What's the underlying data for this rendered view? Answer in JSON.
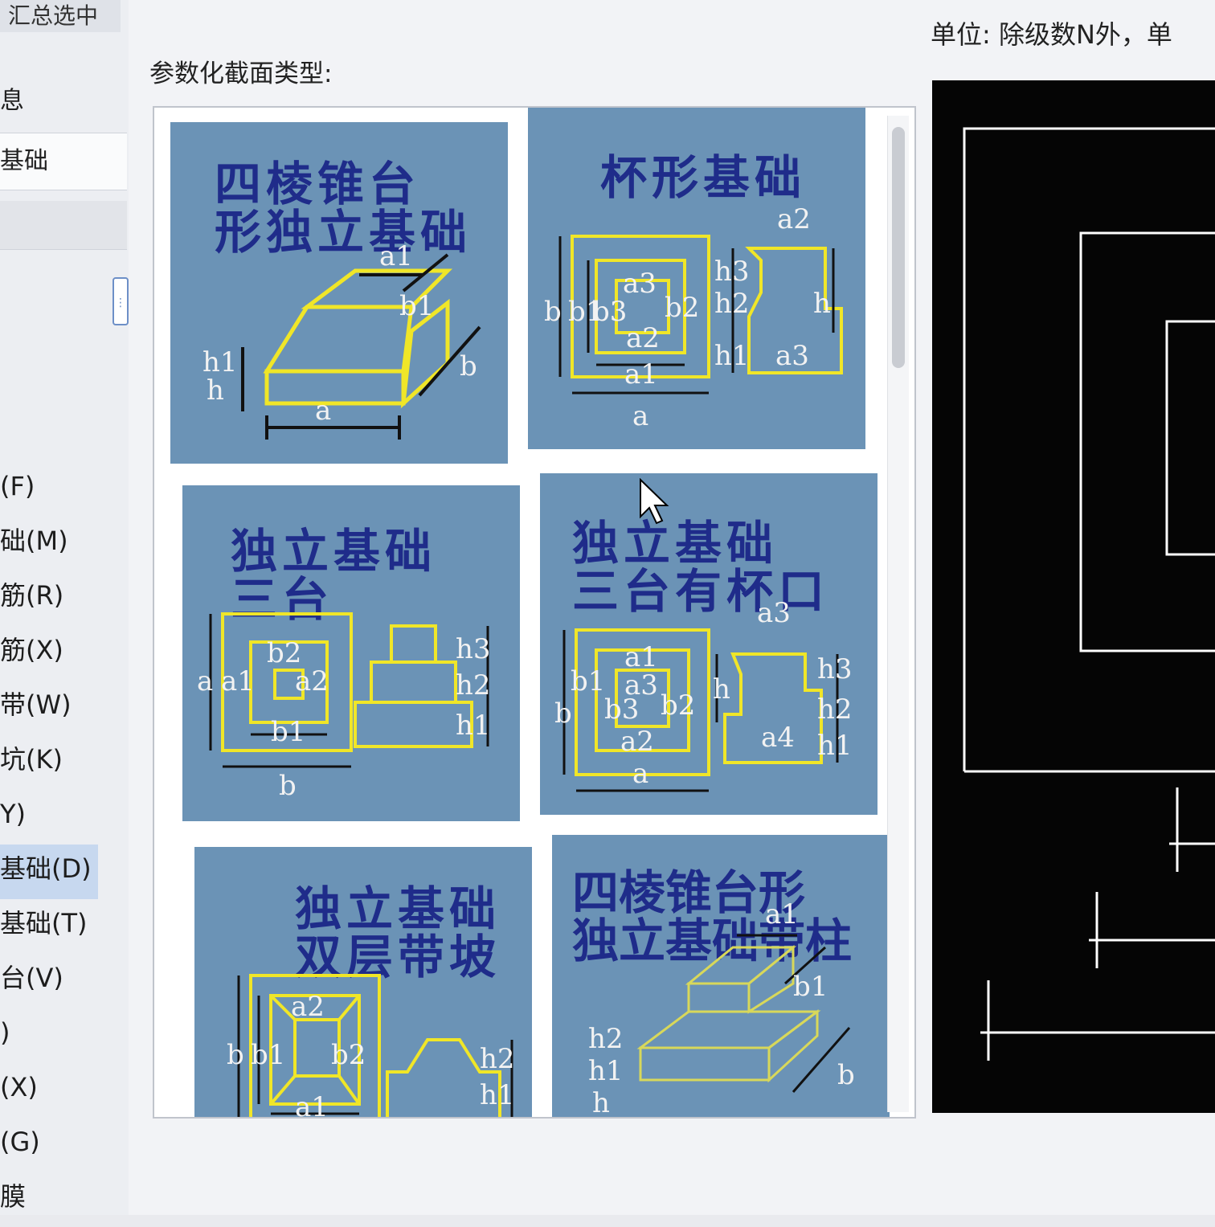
{
  "sidebar": {
    "title": "汇总选中",
    "row1": "息",
    "row2": "基础",
    "mini_button": "⋮",
    "menu": [
      {
        "label": "(F)",
        "selected": false
      },
      {
        "label": "础(M)",
        "selected": false
      },
      {
        "label": "筋(R)",
        "selected": false
      },
      {
        "label": "筋(X)",
        "selected": false
      },
      {
        "label": "带(W)",
        "selected": false
      },
      {
        "label": "坑(K)",
        "selected": false
      },
      {
        "label": "Y)",
        "selected": false
      },
      {
        "label": "基础(D)",
        "selected": true
      },
      {
        "label": "基础(T)",
        "selected": false
      },
      {
        "label": "台(V)",
        "selected": false
      },
      {
        "label": ")",
        "selected": false
      },
      {
        "label": "(X)",
        "selected": false
      },
      {
        "label": "(G)",
        "selected": false
      },
      {
        "label": "膜",
        "selected": false
      }
    ]
  },
  "dialog": {
    "section_label": "参数化截面类型:",
    "unit_label": "单位:  除级数N外，单"
  },
  "tiles": [
    {
      "title1": "四棱锥台",
      "title2": "形独立基础",
      "dims": [
        "a1",
        "b1",
        "h1",
        "h",
        "a",
        "b"
      ]
    },
    {
      "title1": "杯形基础",
      "title2": "",
      "dims": [
        "a2",
        "a3",
        "b",
        "b1",
        "b3",
        "b2",
        "a2",
        "a1",
        "a",
        "h3",
        "h2",
        "h1",
        "h",
        "a3"
      ]
    },
    {
      "title1": "独立基础",
      "title2": "三台",
      "dims": [
        "a",
        "a1",
        "b2",
        "a2",
        "b1",
        "b",
        "h3",
        "h2",
        "h1"
      ]
    },
    {
      "title1": "独立基础",
      "title2": "三台有杯口",
      "dims": [
        "a3",
        "a1",
        "b1",
        "a3",
        "b",
        "b3",
        "b2",
        "a2",
        "a",
        "h",
        "a4",
        "h3",
        "h2",
        "h1"
      ]
    },
    {
      "title1": "独立基础",
      "title2": "双层带坡",
      "dims": [
        "a2",
        "b",
        "b1",
        "b2",
        "a1",
        "h2",
        "h1"
      ]
    },
    {
      "title1": "四棱锥台形",
      "title2": "独立基础带柱",
      "dims": [
        "a1",
        "b1",
        "h2",
        "h1",
        "h",
        "b"
      ]
    }
  ]
}
